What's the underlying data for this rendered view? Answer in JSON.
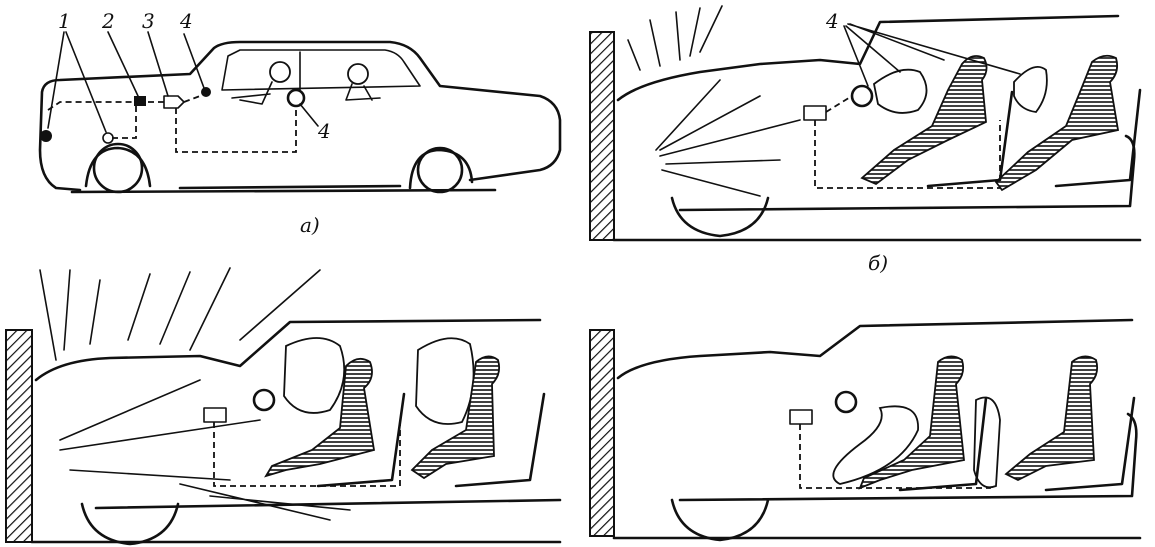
{
  "panels": {
    "a": {
      "caption": "a)",
      "labels": [
        "1",
        "2",
        "3",
        "4",
        "4"
      ]
    },
    "b": {
      "caption": "б)",
      "labels": [
        "4"
      ]
    }
  },
  "colors": {
    "ink": "#111111",
    "paper": "#ffffff"
  }
}
